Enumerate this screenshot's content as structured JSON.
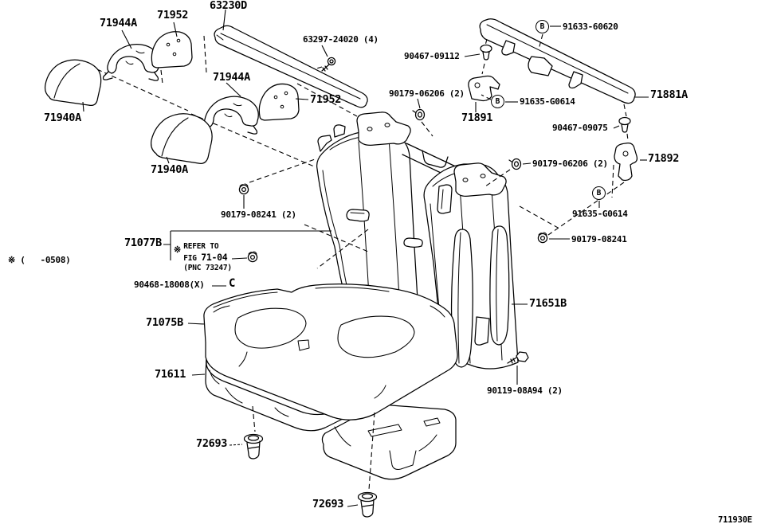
{
  "diagram": {
    "footer_code": "711930E",
    "applicability_note": "※ (   -0508)",
    "colors": {
      "line": "#000000",
      "background": "#ffffff"
    },
    "ref_marks": {
      "b": "B",
      "c": "C"
    },
    "refer_note": {
      "marker": "※",
      "line1": "REFER TO",
      "fig_prefix": "FIG ",
      "fig_no": "71-04",
      "pnc": "(PNC 73247)"
    },
    "callouts": {
      "headrest_support_1": "71944A",
      "headrest_trim_1": "71952",
      "package_tray_trim": "63230D",
      "tray_screw": "63297-24020 (4)",
      "tray_clip": "90467-09112",
      "board_bolt": "91633-60620",
      "headrest_support_2": "71944A",
      "headrest_trim_2": "71952",
      "grommet_1": "90179-06206 (2)",
      "hinge_bolt_1": "91635-G0614",
      "hinge_bracket_71891": "71891",
      "seatback_board": "71881A",
      "hinge_clip": "90467-09075",
      "headrest_1": "71940A",
      "headrest_2": "71940A",
      "grommet_2": "90179-06206 (2)",
      "bracket_71892": "71892",
      "hinge_bolt_2": "91635-G0614",
      "seatback_nut": "90179-08241 (2)",
      "hinge_nut": "90179-08241",
      "seatback_assy": "71077B",
      "cushion_nut": "90468-18008(X)",
      "cushion_cover": "71075B",
      "seatback_side": "71651B",
      "cushion_pad": "71611",
      "cushion_bolt": "90119-08A94 (2)",
      "floor_clip_1": "72693",
      "floor_clip_2": "72693"
    }
  }
}
